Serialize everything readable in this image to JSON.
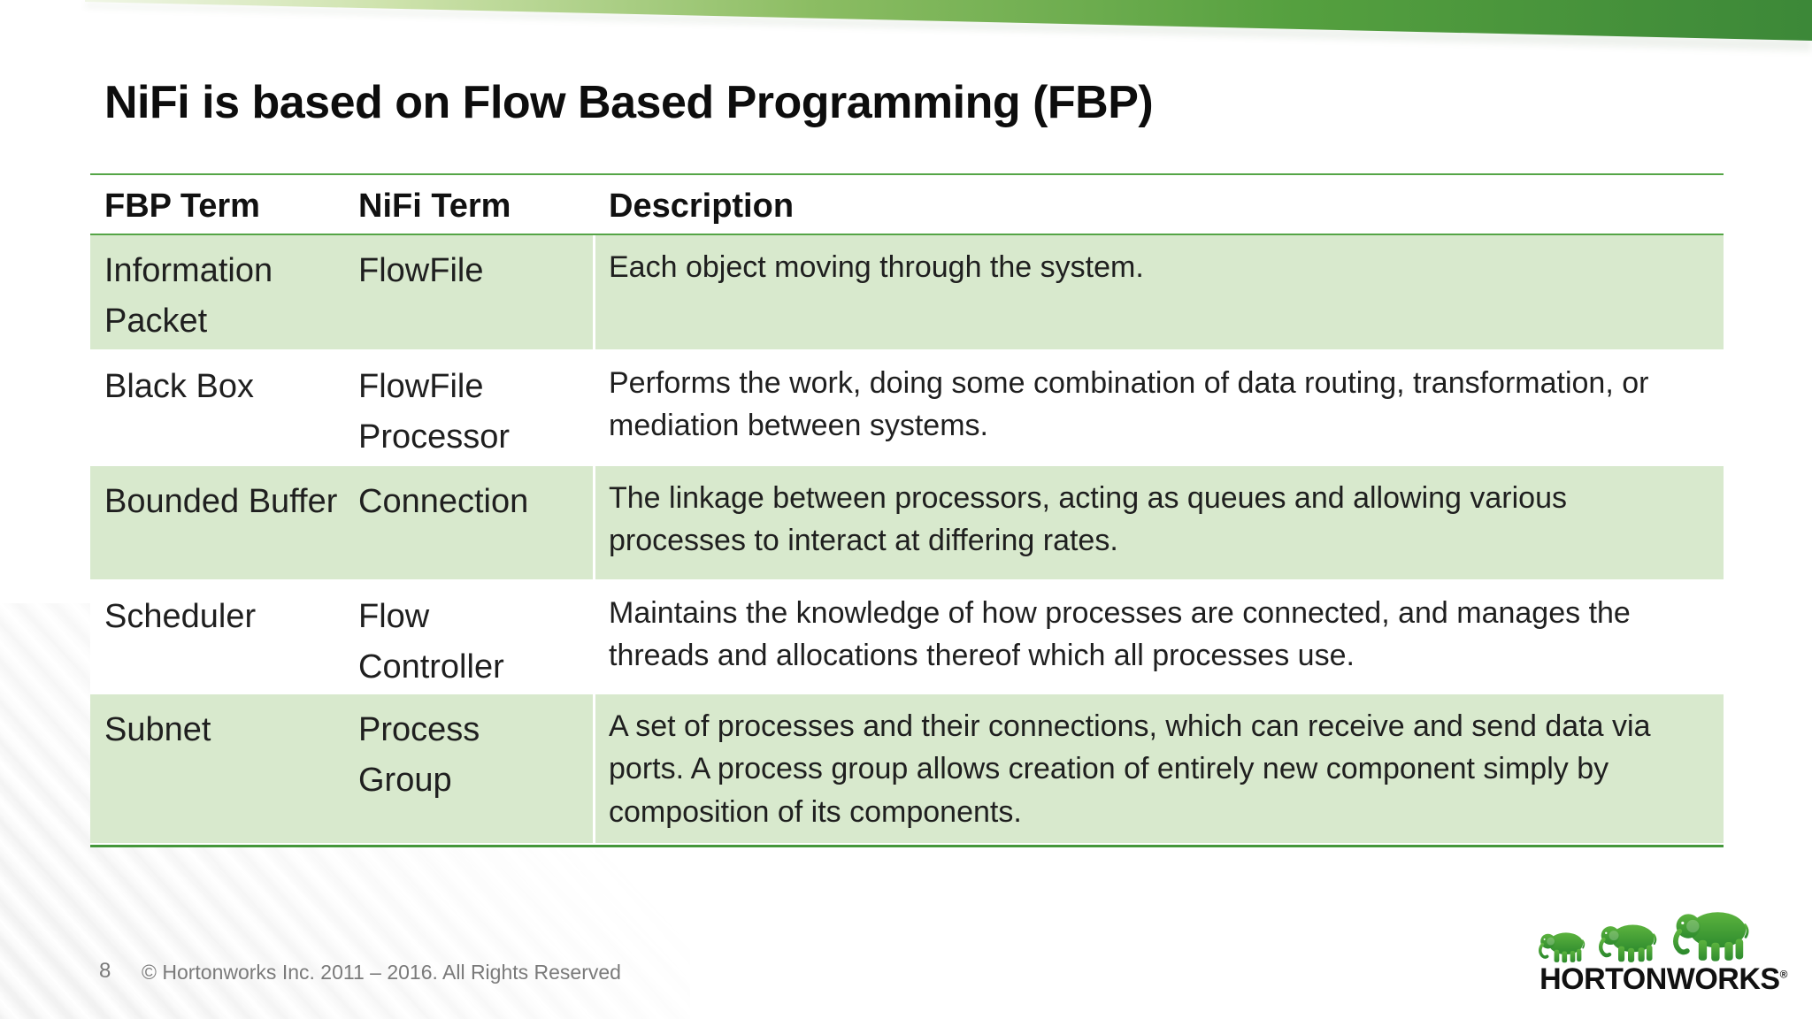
{
  "slide": {
    "title": "NiFi is based on Flow Based Programming (FBP)",
    "page_number": "8",
    "footer_copyright": "© Hortonworks Inc. 2011 – 2016. All Rights Reserved",
    "logo": {
      "icon": "hortonworks-elephants-icon",
      "wordmark": "HORTONWORKS",
      "reg_mark": "®"
    },
    "colors": {
      "accent_green_dark": "#3e8a3c",
      "accent_green_line": "#55a546",
      "row_green": "#d8e9cd",
      "footer_gray": "#7a7a7a"
    }
  },
  "table": {
    "columns": [
      "FBP Term",
      "NiFi Term",
      "Description"
    ],
    "rows": [
      {
        "fbp": "Information Packet",
        "nifi": "FlowFile",
        "desc": "Each object moving through the system."
      },
      {
        "fbp": "Black Box",
        "nifi": "FlowFile Processor",
        "desc": "Performs the work, doing some combination of data routing, transformation, or mediation between systems."
      },
      {
        "fbp": "Bounded Buffer",
        "nifi": "Connection",
        "desc": "The linkage between processors, acting as queues and allowing various processes to interact at differing rates."
      },
      {
        "fbp": "Scheduler",
        "nifi": "Flow Controller",
        "desc": "Maintains the knowledge of how processes are connected, and manages the threads and allocations thereof which all processes use."
      },
      {
        "fbp": "Subnet",
        "nifi": "Process Group",
        "desc": "A set of processes and their connections, which can receive and send data via ports. A process group allows creation of entirely new component simply by composition of its components."
      }
    ]
  }
}
